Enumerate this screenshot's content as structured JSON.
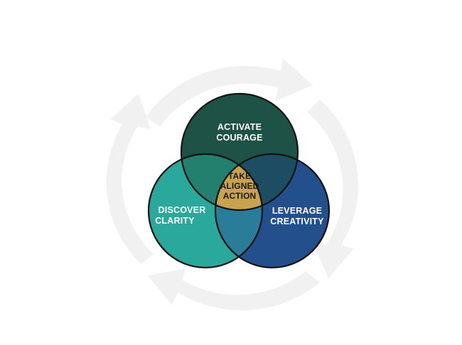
{
  "colors": {
    "background": "#ffffff",
    "cycle_arrows": "#f1f1f1",
    "activate": "#1f5246",
    "discover": "#2aa89b",
    "leverage": "#234f8c",
    "center": "#c9a24e",
    "outline": "#111111"
  },
  "icons": {
    "background": "circular-arrows-icon"
  },
  "venn": {
    "top": {
      "line1": "ACTIVATE",
      "line2": "COURAGE"
    },
    "left": {
      "line1": "DISCOVER",
      "line2": "CLARITY"
    },
    "right": {
      "line1": "LEVERAGE",
      "line2": "CREATIVITY"
    },
    "center": {
      "line1": "TAKE",
      "line2": "ALIGNED",
      "line3": "ACTION"
    }
  }
}
